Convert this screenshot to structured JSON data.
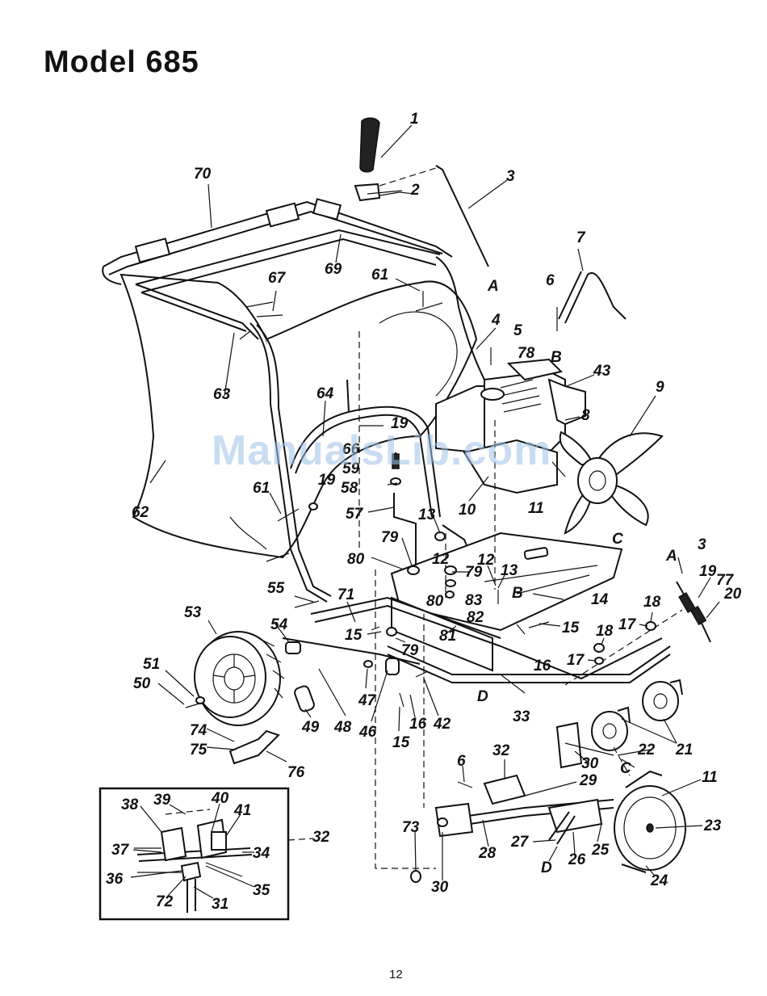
{
  "header": {
    "title": "Model 685"
  },
  "footer": {
    "page_number": "12"
  },
  "watermark": {
    "text": "ManualsLib.com",
    "color": "#9ec3e8"
  },
  "inset": {
    "reference_label": "32"
  },
  "callouts": [
    "1",
    "2",
    "3",
    "A",
    "70",
    "7",
    "6",
    "B",
    "69",
    "61",
    "67",
    "4",
    "5",
    "78",
    "43",
    "9",
    "8",
    "63",
    "64",
    "19",
    "66",
    "59",
    "58",
    "10",
    "11",
    "61",
    "19",
    "57",
    "62",
    "13",
    "C",
    "79",
    "12",
    "80",
    "12",
    "79",
    "13",
    "B",
    "3",
    "A",
    "19",
    "77",
    "20",
    "14",
    "55",
    "71",
    "83",
    "80",
    "82",
    "18",
    "17",
    "53",
    "54",
    "15",
    "79",
    "81",
    "15",
    "18",
    "16",
    "17",
    "51",
    "50",
    "47",
    "D",
    "33",
    "16",
    "42",
    "49",
    "48",
    "46",
    "15",
    "21",
    "74",
    "75",
    "76",
    "22",
    "30",
    "C",
    "6",
    "32",
    "29",
    "11",
    "38",
    "39",
    "40",
    "41",
    "32",
    "37",
    "34",
    "73",
    "23",
    "27",
    "25",
    "36",
    "35",
    "28",
    "26",
    "D",
    "24",
    "72",
    "31",
    "30"
  ]
}
